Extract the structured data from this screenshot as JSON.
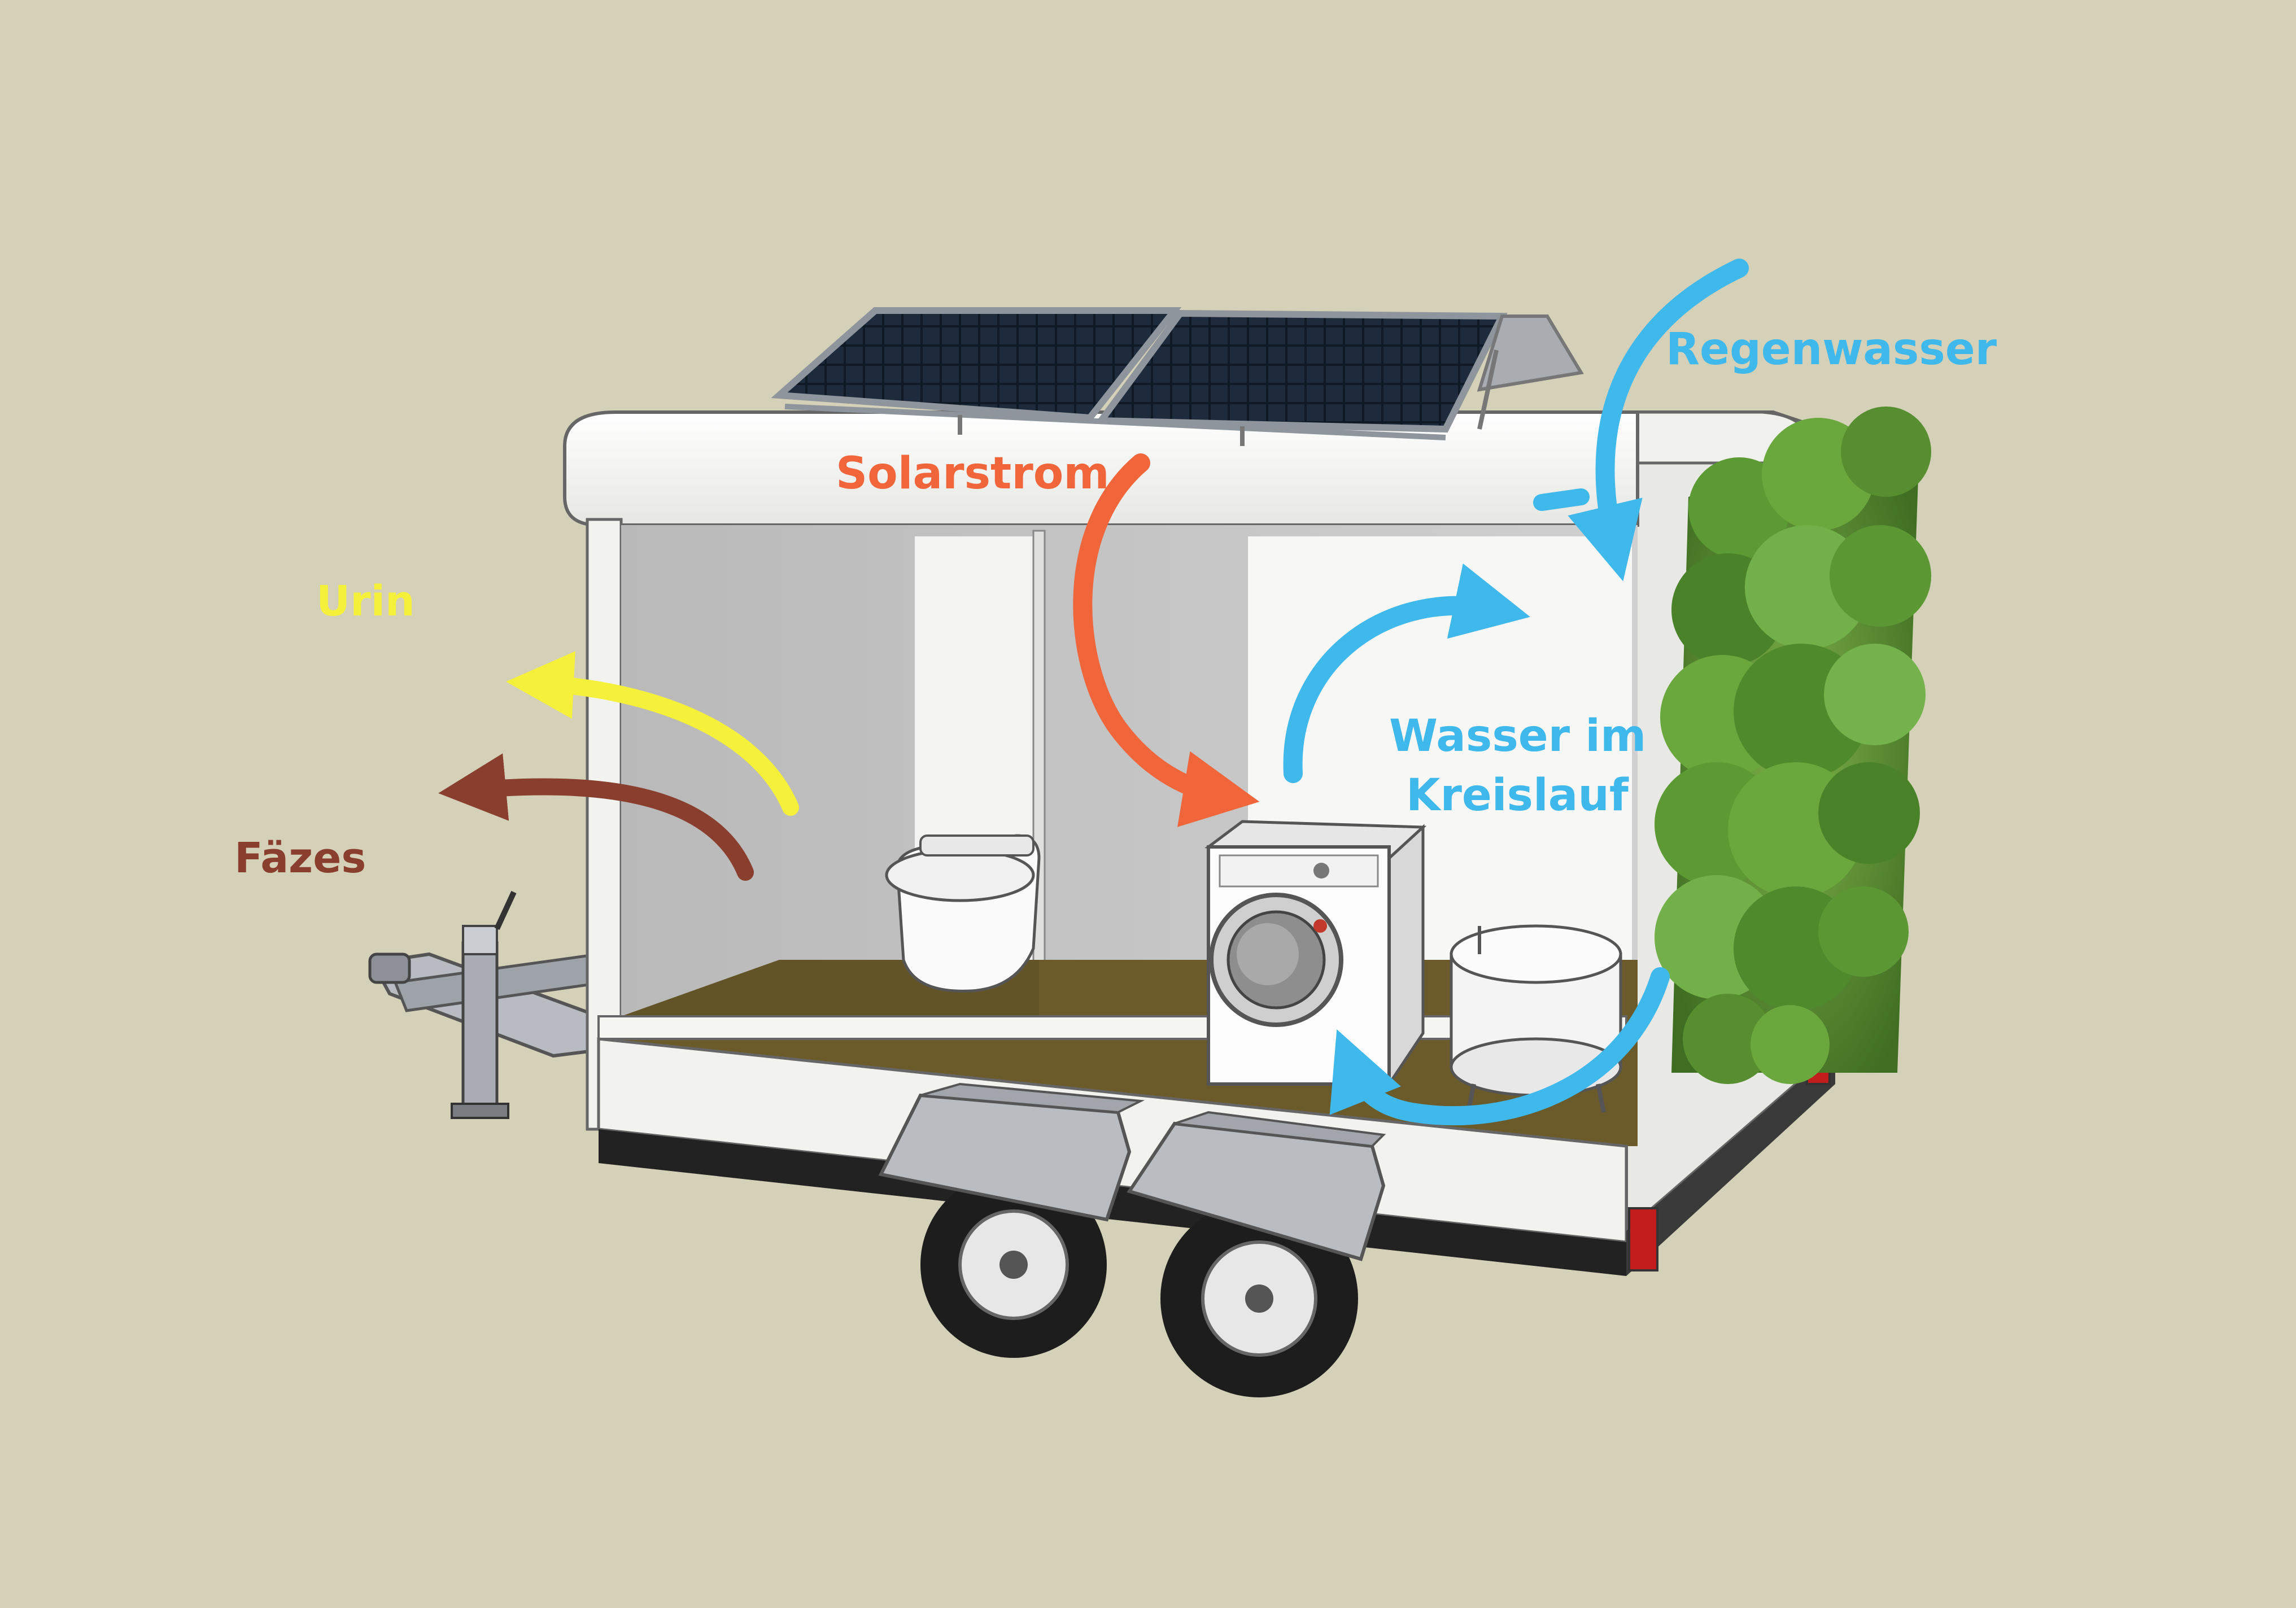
{
  "labels": {
    "solar": "Solarstrom",
    "rain": "Regenwasser",
    "urine": "Urin",
    "feces": "Fäzes",
    "water_line1": "Wasser im",
    "water_line2": "Kreislauf"
  },
  "colors": {
    "background": "#d4d1b8",
    "solar": "#f0653a",
    "water": "#3fb8ec",
    "urine": "#f5f03a",
    "feces": "#8a3f2e",
    "trailer_body": "#f4f4f2",
    "plants": "#4f8a2c"
  },
  "icons": [
    "solar-panel-icon",
    "toilet-icon",
    "washing-machine-icon",
    "water-tank-icon",
    "wheel-icon",
    "plant-wall-icon"
  ]
}
